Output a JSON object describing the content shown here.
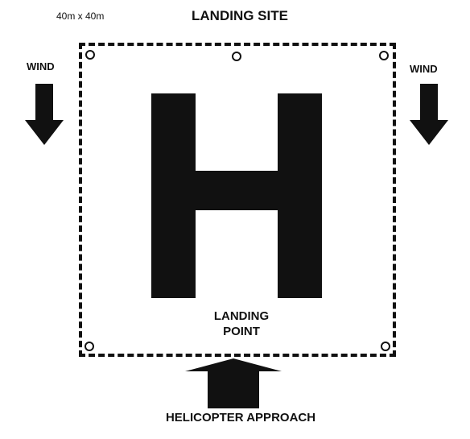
{
  "diagram": {
    "dimensions": "40m x 40m",
    "title": "LANDING SITE",
    "wind_left": "WIND",
    "wind_right": "WIND",
    "marker_letter": "H",
    "landing_point": [
      "LANDING",
      "POINT"
    ],
    "approach_label": "HELICOPTER APPROACH",
    "colors": {
      "ink": "#111111",
      "background": "#ffffff"
    },
    "icons": [
      "wind-arrow-down-icon",
      "wind-arrow-down-icon",
      "approach-arrow-up-icon",
      "grommet-icon"
    ]
  }
}
